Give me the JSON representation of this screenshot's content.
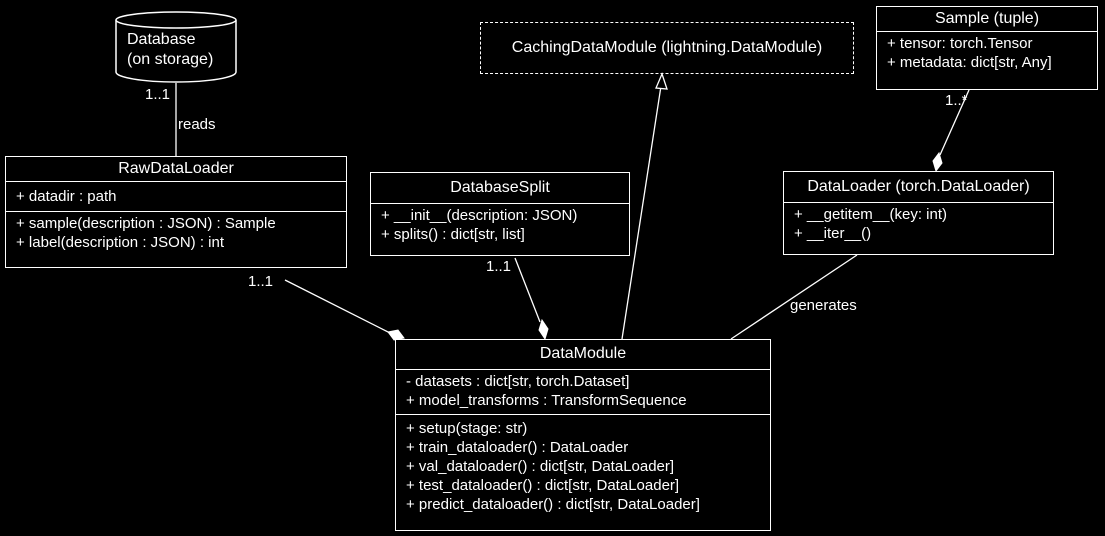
{
  "database": {
    "line1": "Database",
    "line2": "(on storage)"
  },
  "caching": {
    "label": "CachingDataModule (lightning.DataModule)"
  },
  "sample": {
    "title": "Sample (tuple)",
    "attrs": [
      "+ tensor: torch.Tensor",
      "+ metadata: dict[str, Any]"
    ]
  },
  "raw": {
    "title": "RawDataLoader",
    "attrs": [
      "+ datadir : path"
    ],
    "methods": [
      "+ sample(description : JSON) : Sample",
      "+ label(description : JSON) : int"
    ]
  },
  "split": {
    "title": "DatabaseSplit",
    "methods": [
      "+ __init__(description: JSON)",
      "+ splits() : dict[str, list]"
    ]
  },
  "loader": {
    "title": "DataLoader (torch.DataLoader)",
    "methods": [
      "+ __getitem__(key: int)",
      "+ __iter__()"
    ]
  },
  "dm": {
    "title": "DataModule",
    "attrs": [
      "- datasets : dict[str, torch.Dataset]",
      "+ model_transforms : TransformSequence"
    ],
    "methods": [
      "+ setup(stage: str)",
      "+ train_dataloader() : DataLoader",
      "+ val_dataloader() : dict[str, DataLoader]",
      "+ test_dataloader() : dict[str, DataLoader]",
      "+ predict_dataloader() : dict[str, DataLoader]"
    ]
  },
  "labels": {
    "db_mult": "1..1",
    "reads": "reads",
    "raw_mult": "1..1",
    "split_mult": "1..1",
    "sample_mult": "1..*",
    "generates": "generates"
  }
}
